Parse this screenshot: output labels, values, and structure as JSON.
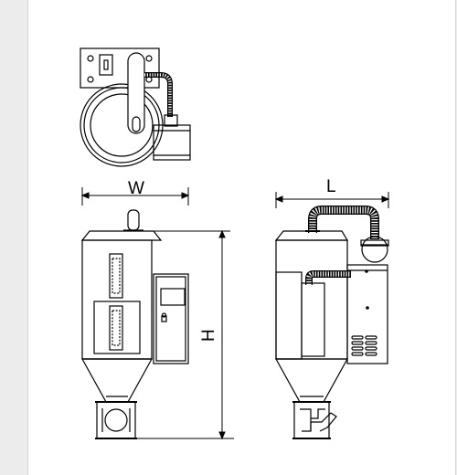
{
  "dimensions": {
    "width_label": "W",
    "length_label": "L",
    "height_label": "H"
  },
  "colors": {
    "line": "#000000",
    "page": "#ffffff",
    "margin": "#ececec"
  }
}
